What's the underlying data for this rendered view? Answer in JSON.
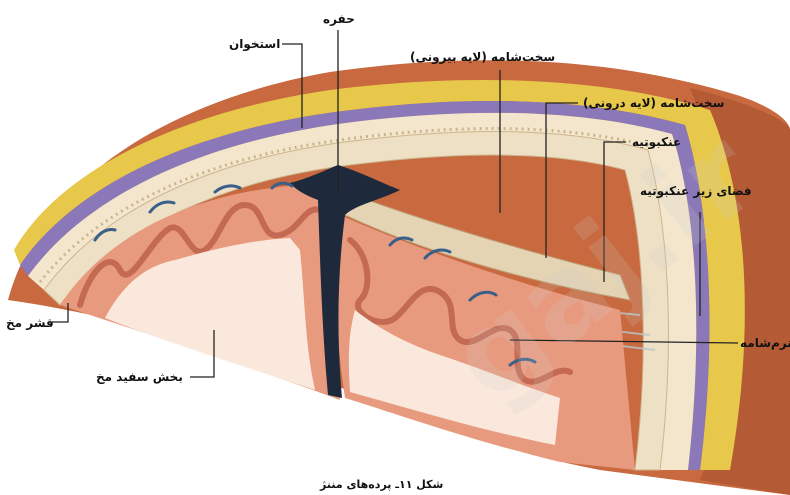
{
  "labels": {
    "fossa": "حفره",
    "bone": "استخوان",
    "dura_outer": "سخت‌شامه (لایه بیرونی)",
    "dura_inner": "سخت‌شامه (لایه درونی)",
    "arachnoid": "عنکبوتیه",
    "subarachnoid": "فضای زیر عنکبوتیه",
    "pia": "نرم‌شامه",
    "cortex": "قشر مخ",
    "white_matter": "بخش سفید مخ"
  },
  "caption": "شکل ۱۱ـ پرده‌های مننژ",
  "watermark": "gaj.ir",
  "colors": {
    "skin": "#c8693f",
    "skin_dark": "#a44f2c",
    "yellow_layer": "#e8c84a",
    "purple_layer": "#8a78b8",
    "bone": "#f3e6cc",
    "dura": "#ede0c4",
    "cortex": "#e89a7e",
    "cortex_dark": "#d8806a",
    "white_matter": "#fbe8dc",
    "fissure": "#1e2a3c",
    "vessel": "#3a5f8a",
    "leader": "#222222"
  }
}
